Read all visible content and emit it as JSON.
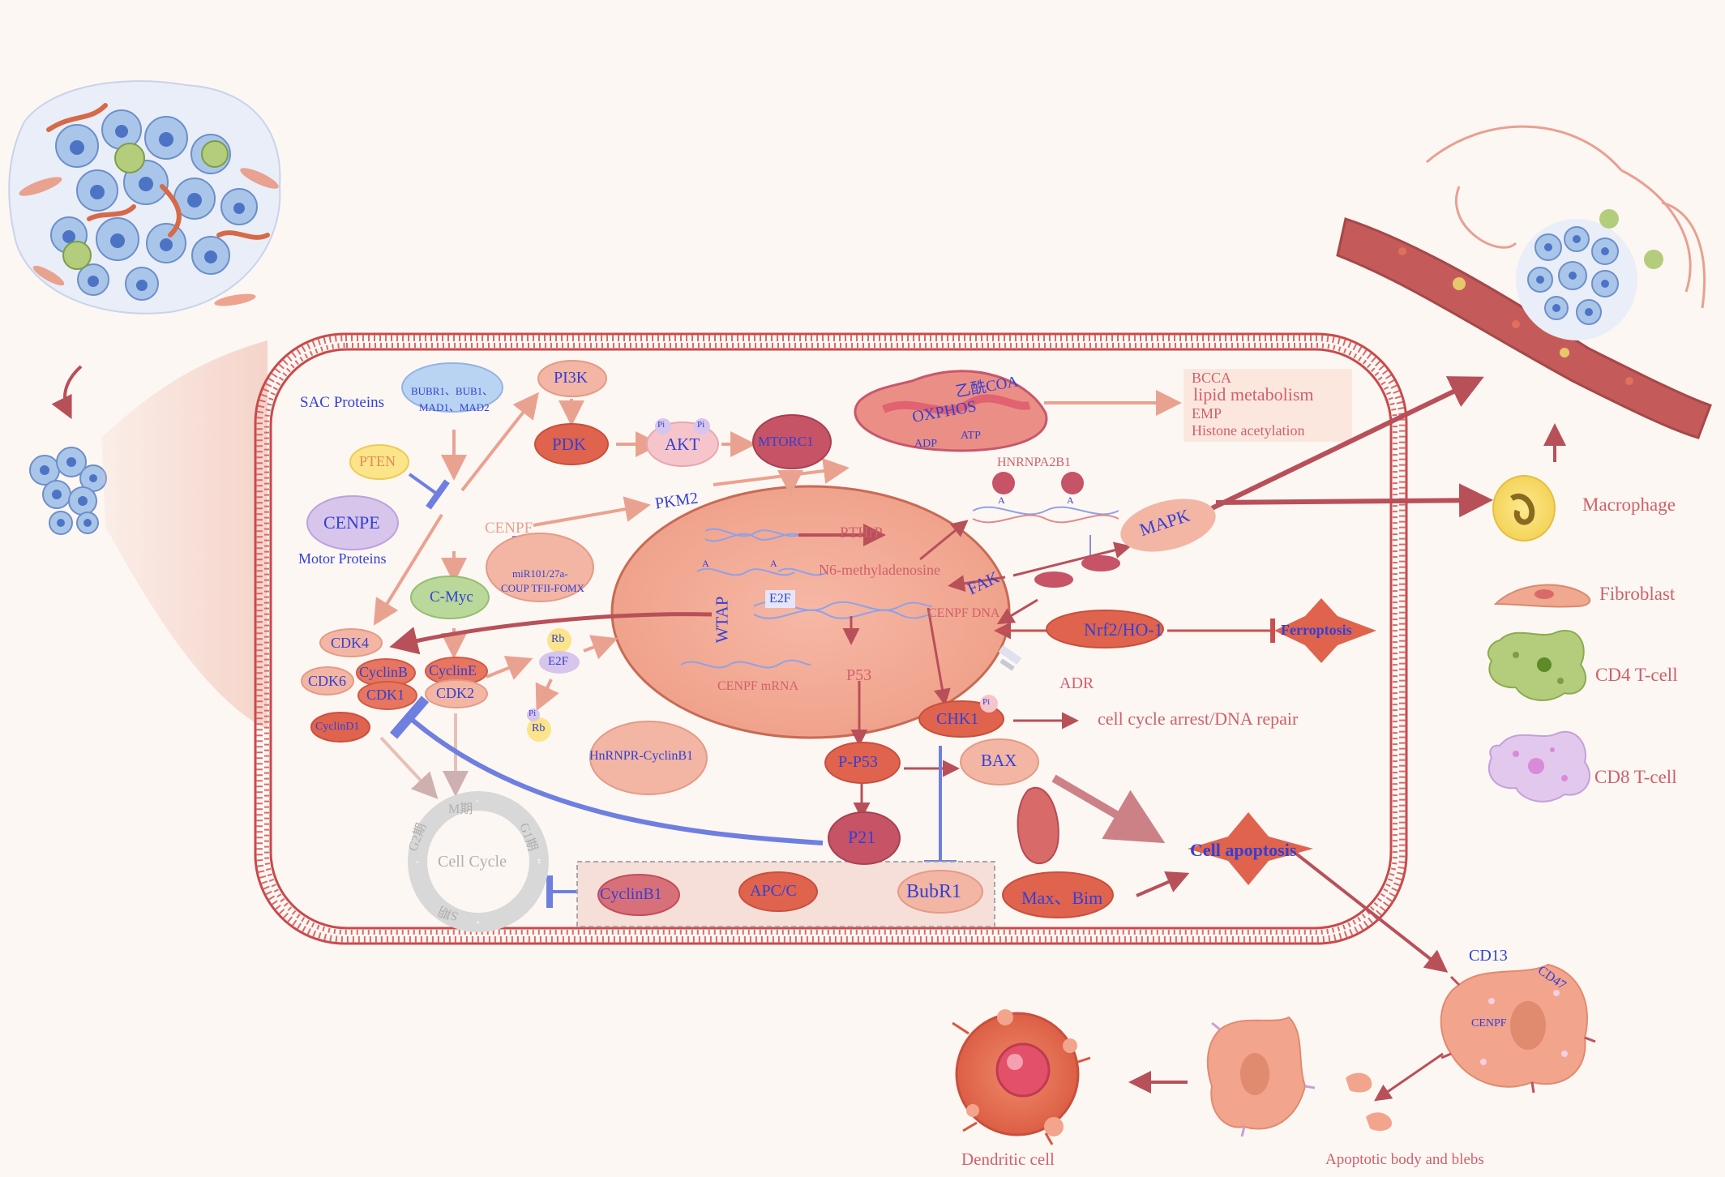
{
  "colors": {
    "background": "#fdf7f3",
    "membrane": "#c94a4a",
    "blue_text": "#3340d4",
    "pink_text": "#d0606a",
    "arrow_pink": "#eaa290",
    "arrow_dark": "#b8505a",
    "inhibit_blue": "#6f7fe0",
    "node_dark": "#d85c4a",
    "node_light": "#f0b29c"
  },
  "membrane_labels": {
    "sac_proteins": "SAC Proteins",
    "sac_node": [
      "BUBR1、BUB1、",
      "MAD1、MAD2"
    ],
    "pten": "PTEN",
    "cenpe": "CENPE",
    "motor_proteins": "Motor Proteins",
    "cenpf": "CENPF",
    "mir_node": [
      "miR101/27a-",
      "COUP TFII-FOMX"
    ],
    "cmyc": "C-Myc",
    "cdk4": "CDK4",
    "cdk6": "CDK6",
    "cyclinb": "CyclinB",
    "cdk1": "CDK1",
    "cycline": "CyclinE",
    "cdk2": "CDK2",
    "cyclind1": "CyclinD1",
    "rb": "Rb",
    "e2f": "E2F",
    "pi": "Pi",
    "pi3k": "PI3K",
    "pdk": "PDK",
    "akt": "AKT",
    "mtorc1": "MTORC1",
    "pkm2": "PKM2",
    "oxphos": "OXPHOS",
    "acetyl_coa": "乙酰COA",
    "adp": "ADP",
    "atp": "ATP",
    "bcca": "BCCA",
    "lipid_metabolism": "lipid metabolism",
    "emp": "EMP",
    "histone_acetylation": "Histone acetylation",
    "hnrnpa2b1": "HNRNPA2B1",
    "a": "A",
    "mapk": "MAPK",
    "fak": "FAK",
    "pthrp": "PTHrP",
    "n6": "N6-methyladenosine",
    "wtap": "WTAP",
    "nucleus_e2f": "E2F",
    "cenpf_dna": "CENPF DNA",
    "p53": "P53",
    "cenpf_mrna": "CENPF mRNA",
    "nrf2": "Nrf2/HO-1",
    "ferroptosis": "Ferroptosis",
    "adr": "ADR",
    "chk1": "CHK1",
    "cell_cycle_arrest": "cell cycle arrest/DNA repair",
    "hnrnpr": "HnRNPR-CyclinB1",
    "pp53": "P-P53",
    "bax": "BAX",
    "p21": "P21",
    "cell_cycle": "Cell Cycle",
    "m_phase": "M期",
    "g1_phase": "G1期",
    "s_phase": "S期",
    "g2_phase": "G2期",
    "cyclinb1": "CyclinB1",
    "apcc": "APC/C",
    "bubr1": "BubR1",
    "max_bim": "Max、Bim",
    "cell_apoptosis": "Cell apoptosis"
  },
  "legend": {
    "macrophage": "Macrophage",
    "fibroblast": "Fibroblast",
    "cd4": "CD4 T-cell",
    "cd8": "CD8 T-cell"
  },
  "bottom": {
    "cd13": "CD13",
    "cd47": "CD47",
    "cenpf": "CENPF",
    "dendritic_cell": "Dendritic cell",
    "apoptotic_body": "Apoptotic body and blebs"
  }
}
